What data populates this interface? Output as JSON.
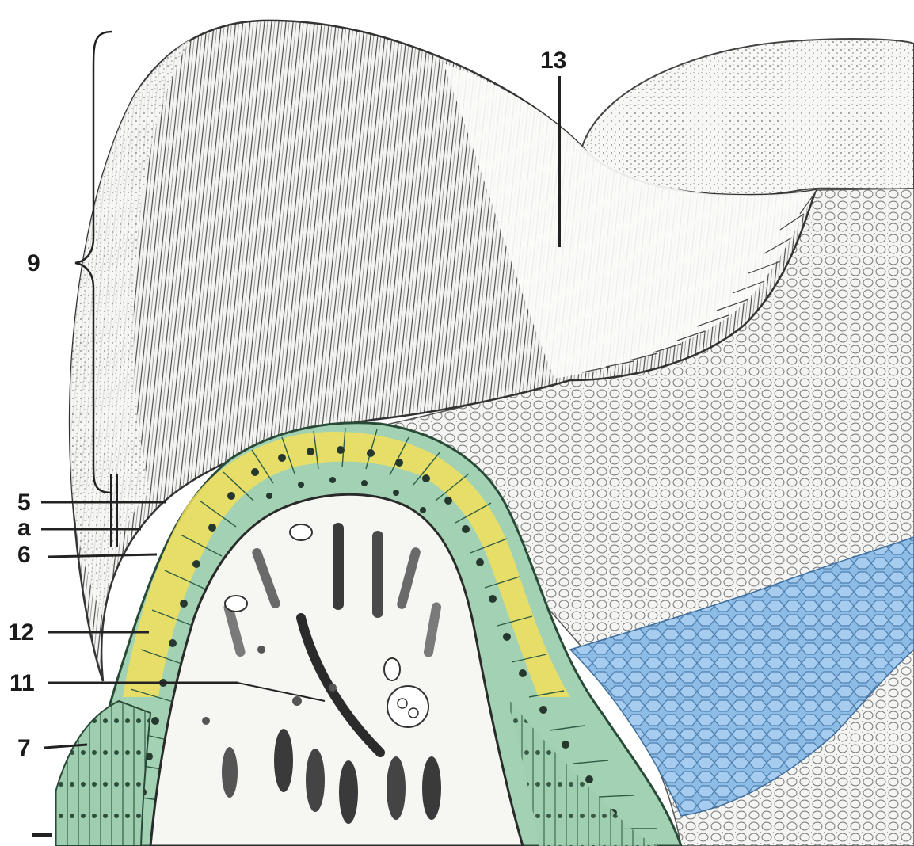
{
  "figure": {
    "colors": {
      "background": "#ffffff",
      "membrane_fibers": "#3a3a3a",
      "stroma_mesh": "#7a7a7a",
      "hair_cells": "#f2e15a",
      "supporting_epithelium": "#8fc4a2",
      "pale_epithelium": "#a9d6b8",
      "blue_tissue": "#7fb2e0",
      "dark_structure": "#2b2b2b"
    },
    "labels": {
      "l13": "13",
      "l9": "9",
      "l5": "5",
      "la": "a",
      "l6": "6",
      "l12": "12",
      "l11": "11",
      "l7": "7"
    }
  }
}
